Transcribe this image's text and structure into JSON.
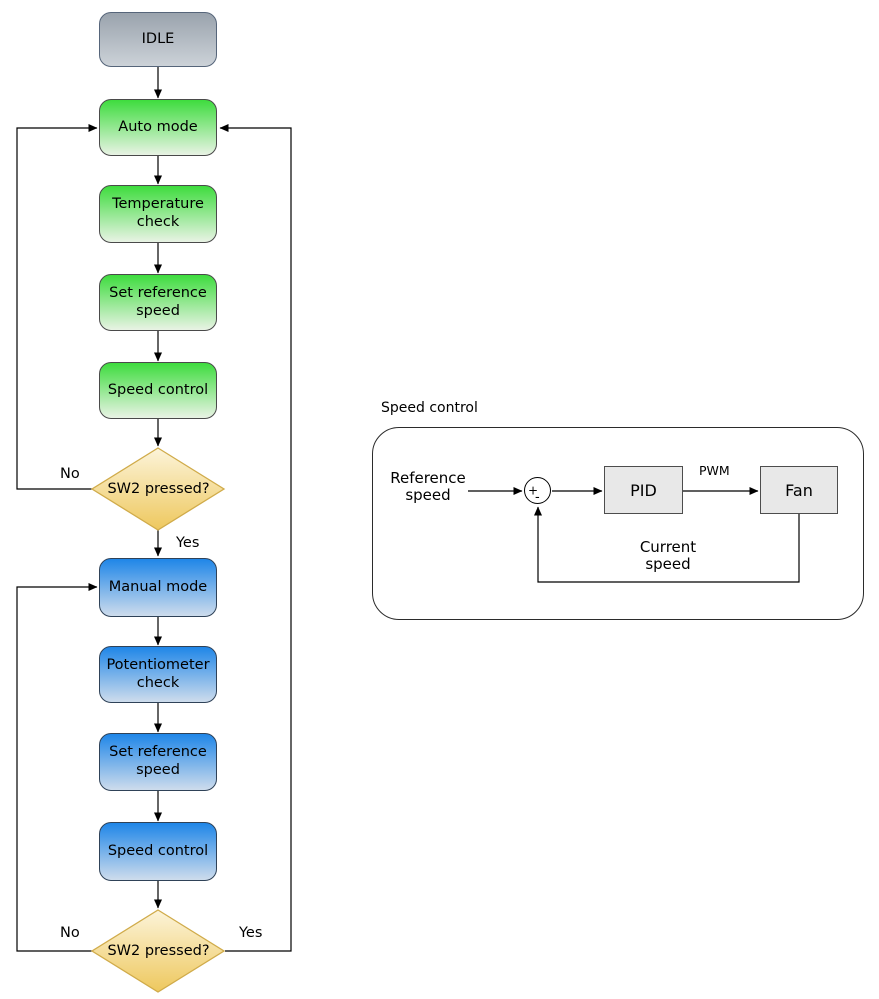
{
  "flowchart": {
    "idle": {
      "label": "IDLE"
    },
    "auto_branch": {
      "mode": "Auto mode",
      "check": "Temperature check",
      "set_reference": "Set reference speed",
      "speed_control": "Speed control",
      "decision": "SW2 pressed?",
      "no": "No",
      "yes": "Yes"
    },
    "manual_branch": {
      "mode": "Manual mode",
      "check": "Potentiometer check",
      "set_reference": "Set reference speed",
      "speed_control": "Speed control",
      "decision": "SW2 pressed?",
      "no": "No",
      "yes": "Yes"
    }
  },
  "detail": {
    "title": "Speed control",
    "input_label": "Reference speed",
    "sum_plus": "+",
    "sum_minus": "-",
    "controller": "PID",
    "signal": "PWM",
    "plant": "Fan",
    "feedback_label": "Current speed"
  },
  "colors": {
    "idle_fill_top": "#9aa3ad",
    "idle_fill_bottom": "#ccd2d8",
    "idle_border": "#56657a",
    "auto_fill_top": "#3edc3e",
    "auto_fill_bottom": "#e9f3e5",
    "auto_border": "#4a4a4a",
    "manual_fill_top": "#1f86e8",
    "manual_fill_bottom": "#cedcec",
    "manual_border": "#2f4258",
    "decision_fill_top": "#fcf4da",
    "decision_fill_bottom": "#eec85e",
    "decision_border": "#d0ab4a",
    "detail_block_fill": "#e8e8e8",
    "connector": "#000000"
  }
}
